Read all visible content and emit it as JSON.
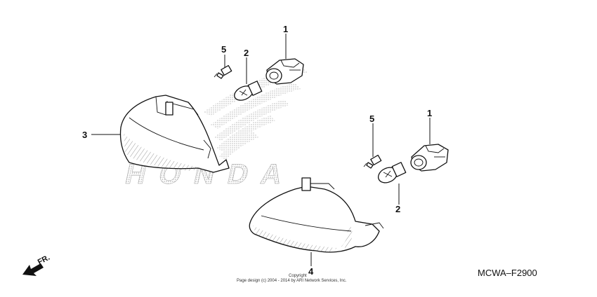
{
  "diagram": {
    "callouts": {
      "part1_left": "1",
      "part2_left": "2",
      "part3": "3",
      "part5_left": "5",
      "part1_right": "1",
      "part2_right": "2",
      "part4": "4",
      "part5_right": "5"
    },
    "watermark_text": "HONDA",
    "direction_label": "FR.",
    "drawing_code": "MCWA–F2900",
    "copyright_line1": "Copyright",
    "copyright_line2": "Page design (c) 2004 - 2014 by ARI Network Services, Inc."
  }
}
